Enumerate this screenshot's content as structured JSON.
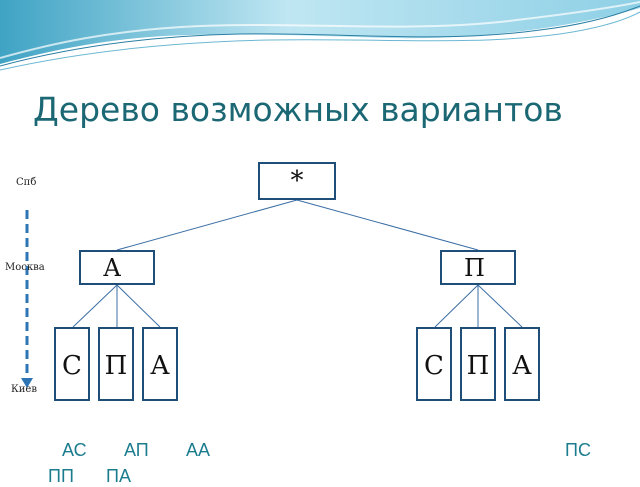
{
  "title": "Дерево возможных вариантов",
  "root": {
    "label": "*"
  },
  "level1": [
    {
      "label": "А"
    },
    {
      "label": "П"
    }
  ],
  "leaves_left": [
    "С",
    "П",
    "А"
  ],
  "leaves_right": [
    "С",
    "П",
    "А"
  ],
  "cities": [
    "Спб",
    "Москва",
    "Киев"
  ],
  "combinations": [
    "АС",
    "АП",
    "АА",
    "ПС",
    "ПП",
    "ПА"
  ],
  "colors": {
    "title": "#1b6874",
    "node_border": "#1f4e79",
    "arrow": "#2e75b6",
    "combos": "#1b7c8e"
  }
}
